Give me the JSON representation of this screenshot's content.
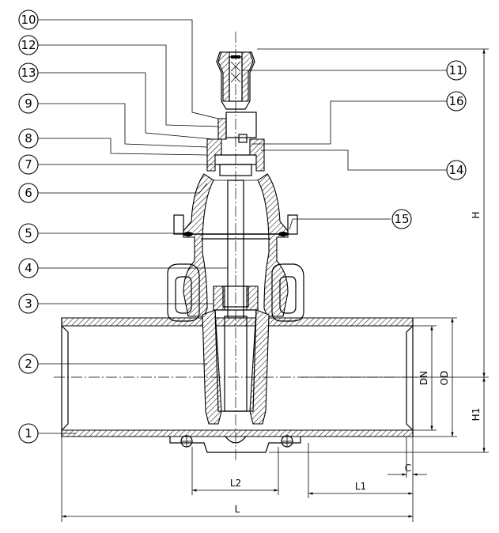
{
  "callouts": [
    "1",
    "2",
    "3",
    "4",
    "5",
    "6",
    "7",
    "8",
    "9",
    "10",
    "11",
    "12",
    "13",
    "14",
    "15",
    "16"
  ],
  "dimensions": {
    "H": "H",
    "H1": "H1",
    "DN": "DN",
    "OD": "OD",
    "L": "L",
    "L1": "L1",
    "L2": "L2",
    "C": "C"
  }
}
